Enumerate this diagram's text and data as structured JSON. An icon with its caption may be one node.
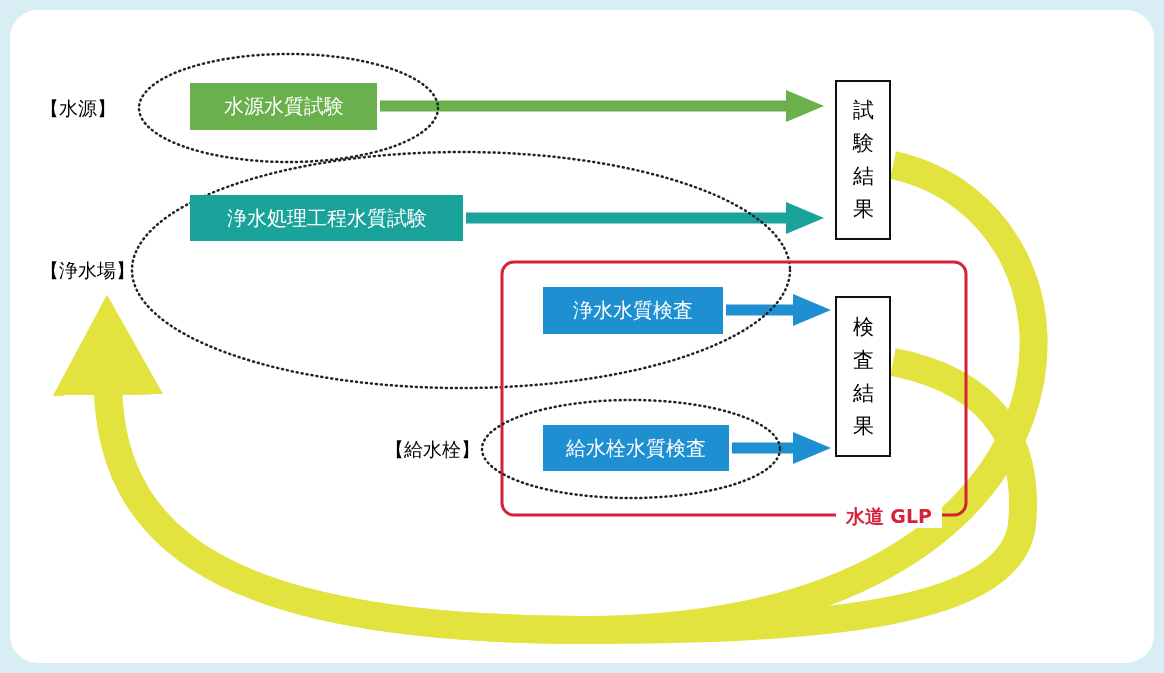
{
  "diagram": {
    "nodes": [
      {
        "text": [
          "【水源】"
        ]
      },
      {
        "text": [
          "水源水質試験"
        ],
        "in": 0
      },
      {
        "text": [
          "【浄水場】"
        ]
      },
      {
        "text": [
          "浄水処理工程水質試験"
        ],
        "in": 2
      },
      {
        "text": [
          "水道 GLP"
        ]
      },
      {
        "text": [
          "浄水水質検査"
        ]
      },
      {
        "text": [
          "【給水栓】"
        ]
      },
      {
        "text": [
          "給水栓水質検査"
        ],
        "in": 6
      },
      {
        "text": [
          "試験結果"
        ]
      },
      {
        "text": [
          "検査結果"
        ],
        "in": 4
      }
    ],
    "edges": [
      {
        "from": 1,
        "to": 8,
        "arrow": "to",
        "color": "#6ab04c"
      },
      {
        "from": 3,
        "to": 8,
        "arrow": "to",
        "color": "#1aa39a"
      },
      {
        "from": 5,
        "to": 9,
        "arrow": "to",
        "color": "#1e8fd1"
      },
      {
        "from": 7,
        "to": 9,
        "arrow": "to",
        "color": "#1e8fd1"
      },
      {
        "from": 8,
        "to": 2,
        "arrow": "to",
        "style": "thick",
        "color": "#e3e33f"
      },
      {
        "from": 9,
        "to": 2,
        "arrow": "to",
        "style": "thick",
        "color": "#e3e33f"
      }
    ]
  }
}
